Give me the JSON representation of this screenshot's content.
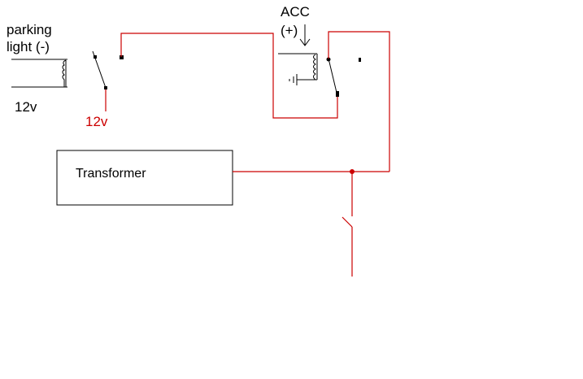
{
  "diagram": {
    "title": "Relay wiring diagram",
    "colors": {
      "wire_black": "#000000",
      "wire_red": "#cc0000",
      "background": "#ffffff"
    },
    "labels": {
      "parking_light_line1": "parking",
      "parking_light_line2": "light (-)",
      "left_12v": "12v",
      "switch_12v": "12v",
      "acc_line1": "ACC",
      "acc_line2": "(+)",
      "transformer": "Transformer"
    },
    "components": [
      {
        "id": "relay-1",
        "type": "relay",
        "coil_label": "parking light (-) / 12v"
      },
      {
        "id": "switch-1",
        "type": "spdt-switch",
        "supply": "12v"
      },
      {
        "id": "relay-2",
        "type": "relay",
        "coil_label": "ACC (+)",
        "ground": true
      },
      {
        "id": "transformer",
        "type": "box",
        "label": "Transformer"
      },
      {
        "id": "switch-2",
        "type": "spst-switch",
        "state": "open"
      }
    ]
  }
}
